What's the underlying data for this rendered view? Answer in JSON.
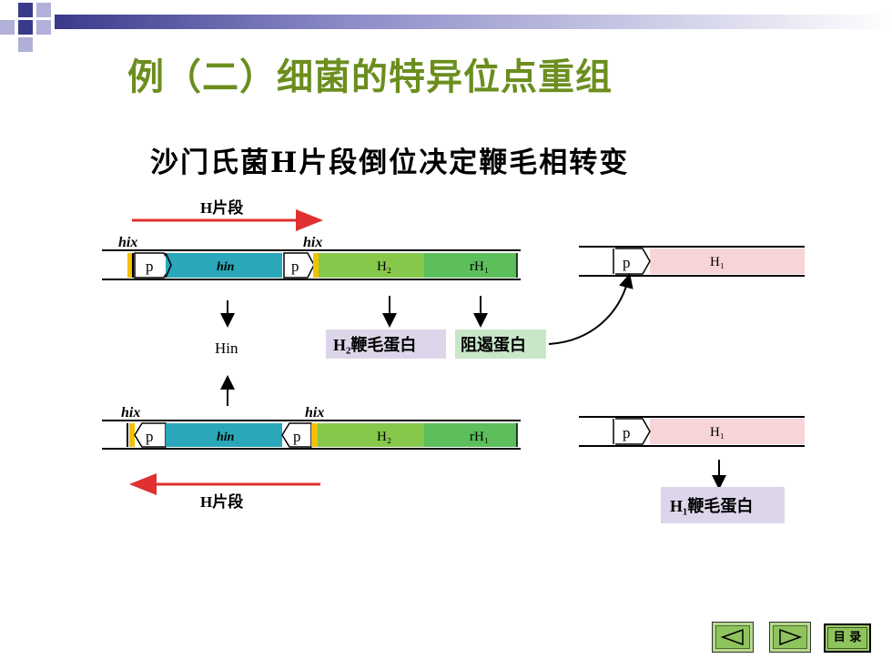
{
  "slide": {
    "title": "例（二）细菌的特异位点重组",
    "subtitle": "沙门氏菌H片段倒位决定鞭毛相转变"
  },
  "diagram": {
    "top_label": "H片段",
    "bottom_label": "H片段",
    "hix_label": "hix",
    "promoter_label": "p",
    "hin_label": "hin",
    "h2_label": "H₂",
    "rh1_label": "rH₁",
    "h1_label": "H₁",
    "hin_protein": "Hin",
    "h2_flagellin": "H₂鞭毛蛋白",
    "repressor": "阻遏蛋白",
    "h1_flagellin": "H₁鞭毛蛋白"
  },
  "colors": {
    "title": "#6b8e1e",
    "hin_segment": "#2aa7b8",
    "h2_segment": "#86c84a",
    "rh1_segment": "#5cbf5c",
    "h1_segment": "#f7d4d8",
    "hix_site": "#f2c200",
    "arrow_red": "#e03030",
    "label_box_purple": "#ddd6ea",
    "label_box_green": "#c9e6c9"
  },
  "nav": {
    "prev_icon": "left-triangle-icon",
    "next_icon": "right-triangle-icon",
    "index_label": "目 录"
  }
}
